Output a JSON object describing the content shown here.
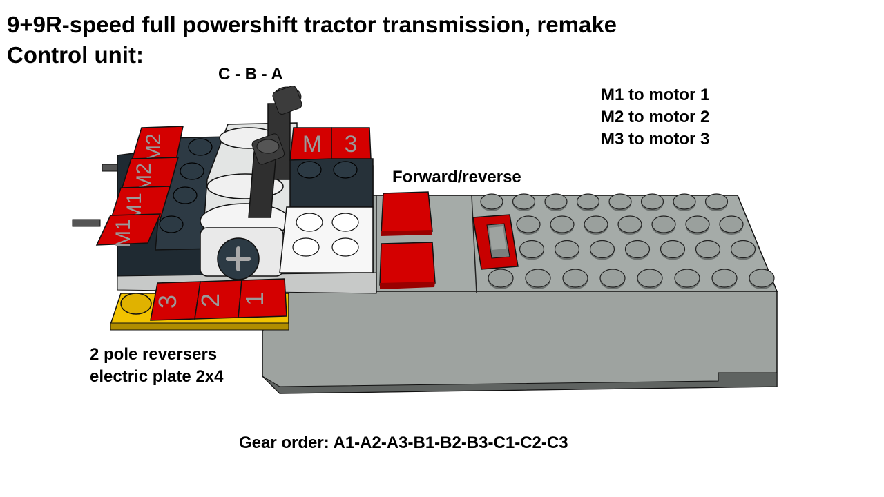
{
  "title_line1": "9+9R-speed full powershift tractor transmission, remake",
  "title_line2": "Control unit:",
  "lever_label": "C - B - A",
  "motor_notes": [
    "M1 to motor 1",
    "M2 to motor 2",
    "M3 to motor 3"
  ],
  "forward_reverse_label": "Forward/reverse",
  "reverser_label_line1": "2 pole reversers",
  "reverser_label_line2": "electric plate 2x4",
  "gear_order": "Gear order: A1-A2-A3-B1-B2-B3-C1-C2-C3",
  "tile_labels": {
    "left_column": [
      "M2",
      "M2",
      "M1",
      "M1"
    ],
    "top_right": [
      "M",
      "3"
    ],
    "bottom_row": [
      "3",
      "2",
      "1"
    ]
  },
  "colors": {
    "brick_red": "#d40000",
    "tile_text": "#9a9a9a",
    "dark_grey": "#2c3a44",
    "light_grey": "#a3a9a6",
    "yellow": "#f2c300",
    "white": "#ffffff"
  }
}
